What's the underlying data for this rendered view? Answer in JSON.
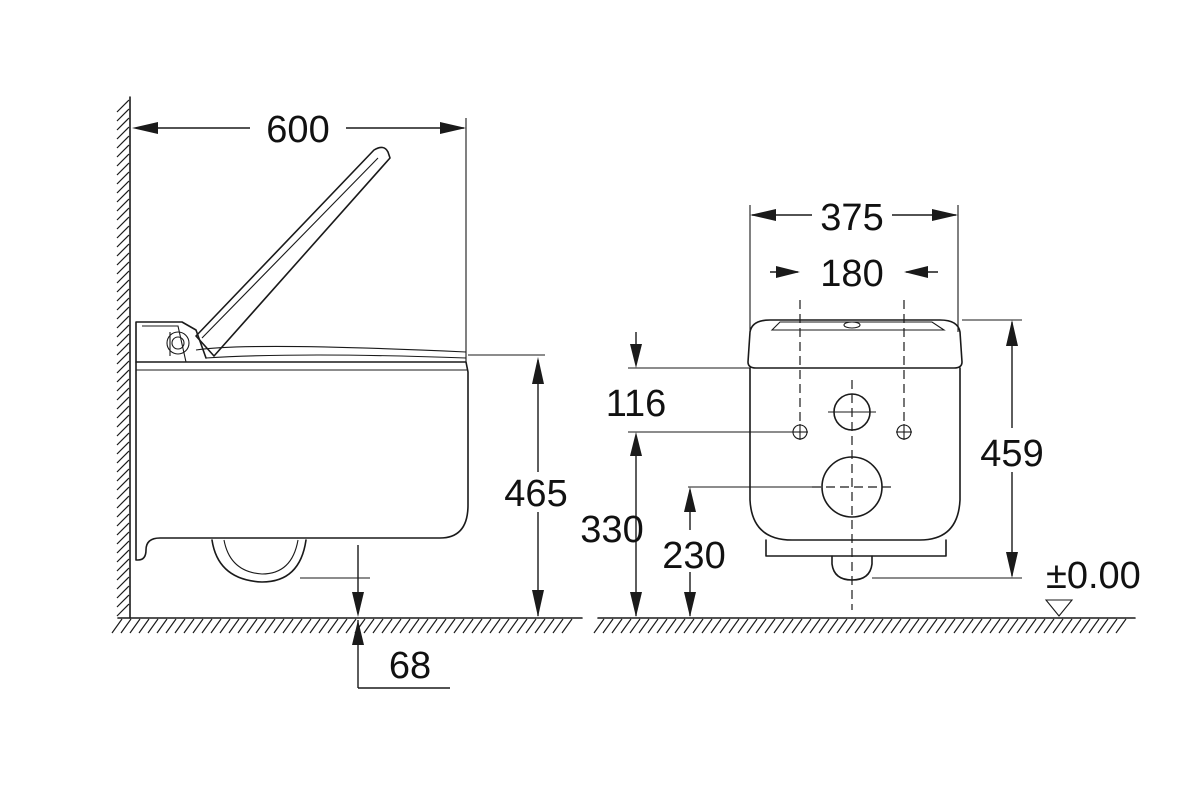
{
  "side_view": {
    "width": "600",
    "height": "465",
    "offset": "68"
  },
  "front_view": {
    "width": "375",
    "hole_spacing": "180",
    "top_offset": "116",
    "height": "459",
    "hole_height": "330",
    "outlet_height": "230",
    "floor_level": "±0.00"
  }
}
